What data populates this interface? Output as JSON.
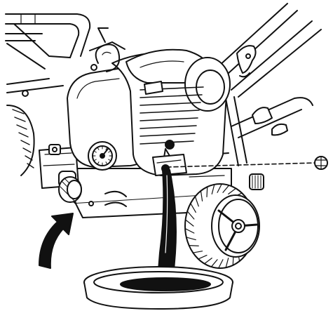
{
  "figure": {
    "background_color": "#ffffff",
    "line_color": "#111111",
    "fill_color": "#ffffff",
    "dark_fill_color": "#111111",
    "callout_style": "dashed",
    "arrow_direction": "upward-curved"
  },
  "parts": {
    "engine_icon": "engine-block",
    "gauge_icon": "oil-gauge",
    "drain_plug_icon": "drain-plug",
    "wheel_icon": "tread-wheel",
    "arrow_icon": "tilt-arrow",
    "pan_icon": "drain-pan",
    "oil_stream_icon": "oil-stream"
  }
}
